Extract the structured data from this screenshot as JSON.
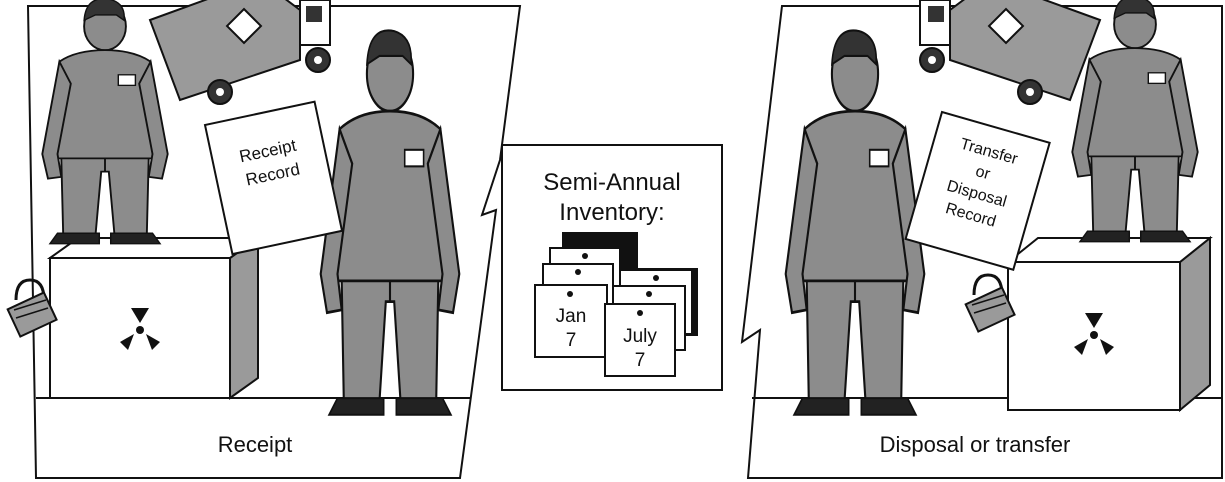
{
  "left_panel": {
    "caption": "Receipt",
    "paper_lines": [
      "Receipt",
      "Record"
    ]
  },
  "center_panel": {
    "title_lines": [
      "Semi-Annual",
      "Inventory:"
    ],
    "calendar_jan": [
      "Jan",
      "7"
    ],
    "calendar_july": [
      "July",
      "7"
    ]
  },
  "right_panel": {
    "caption": "Disposal or transfer",
    "paper_lines": [
      "Transfer",
      "or",
      "Disposal",
      "Record"
    ]
  },
  "colors": {
    "figure_fill": "#8c8c8c",
    "figure_dark": "#3a3a3a",
    "outline": "#111111",
    "panel_fill": "#ffffff",
    "box_side": "#9a9a9a"
  },
  "icons": [
    "radiation-icon",
    "padlock-icon",
    "truck-icon"
  ]
}
